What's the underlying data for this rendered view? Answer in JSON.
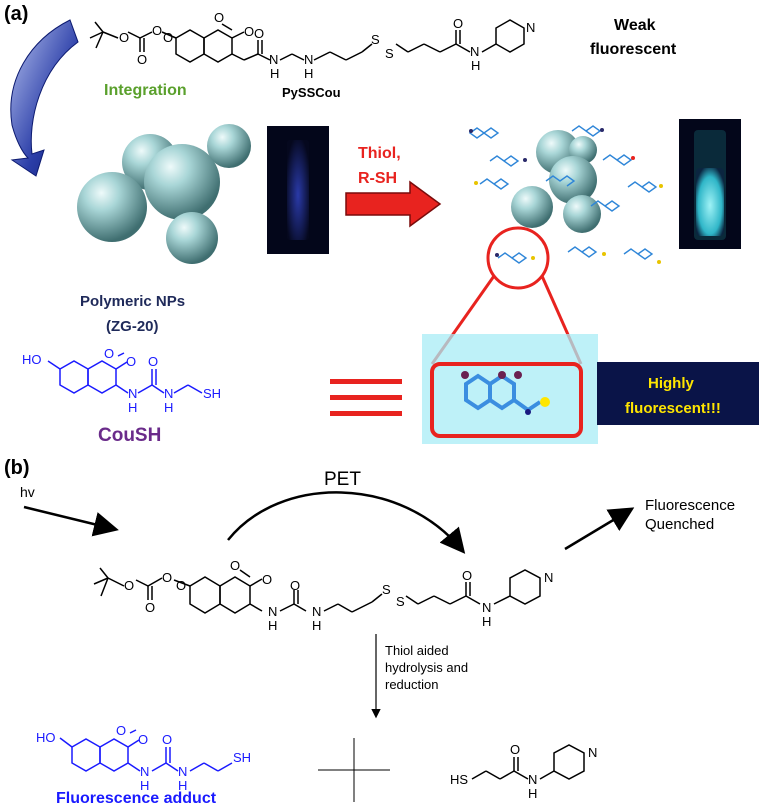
{
  "panel_a": {
    "label": "(a)",
    "probe_name": "PySSCou",
    "weak_fluorescent": [
      "Weak",
      "fluorescent"
    ],
    "integration": "Integration",
    "polymeric_nps": [
      "Polymeric NPs",
      "(ZG-20)"
    ],
    "thiol": [
      "Thiol,",
      "R-SH"
    ],
    "product_name": "CouSH",
    "highly_fluorescent": [
      "Highly",
      "fluorescent!!!"
    ]
  },
  "panel_b": {
    "label": "(b)",
    "hv": "hv",
    "pet": "PET",
    "quenched": [
      "Fluorescence",
      "Quenched"
    ],
    "conditions": [
      "Thiol aided",
      "hydrolysis and",
      "reduction"
    ],
    "adduct": "Fluorescence adduct"
  },
  "atoms": {
    "O": "O",
    "N": "N",
    "H": "H",
    "S": "S",
    "HO": "HO",
    "SH": "SH",
    "HS": "HS"
  },
  "colors": {
    "integration": "#5aa02c",
    "navy": "#1f2a5a",
    "red": "#e8231f",
    "blue_struct": "#1a1aff",
    "purple": "#6a2b8a",
    "cyan_glow": "#a8ecf5",
    "yellow": "#ffe600",
    "dark_panel": "#0a1448",
    "sphere": "#8ec6c8"
  }
}
